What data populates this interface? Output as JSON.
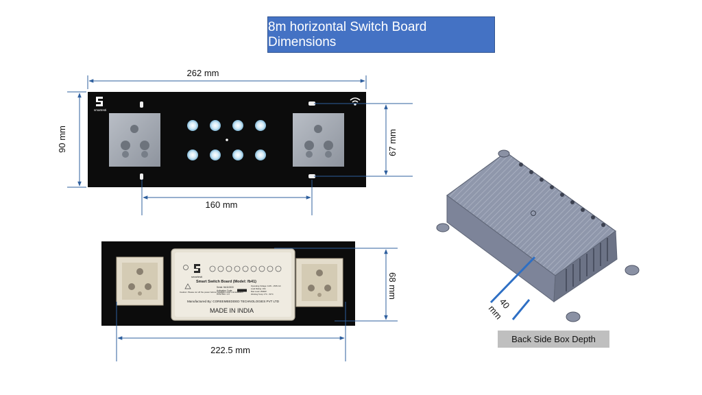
{
  "title": "8m horizontal Switch Board Dimensions",
  "front_view": {
    "brand": "smartesti",
    "width_label": "262 mm",
    "height_label": "90 mm",
    "inner_height_label": "67 mm",
    "socket_spacing_label": "160 mm",
    "touch_buttons": 8
  },
  "back_view": {
    "brand": "smartesti",
    "height_label": "68 mm",
    "width_label": "222.5 mm",
    "model_line": "Smart Switch Board (Model: fb41)",
    "caution_text": "Caution: Please cut off the power before installation and uninstallation",
    "serial_label": "Serial: fb4110000",
    "activation_label": "Activation Code:",
    "hw_label": "H/W Rev: 1.0",
    "specs": [
      "Operating Voltage: 110V - 250V AC",
      "Load Rating: 16A",
      "Max Load: 2500W",
      "Working Temp: 0°C - 50°C"
    ],
    "manufacturer": "Manufactured By: COREEMBEDDED TECHNOLOGIES PVT LTD",
    "made_in": "MADE IN INDIA"
  },
  "box_view": {
    "depth_value": "40",
    "depth_unit": "mm",
    "caption": "Back Side Box Depth"
  },
  "colors": {
    "title_bg": "#4472c4",
    "dimension_line": "#2e5f9e",
    "board": "#0c0c0c",
    "caption_bg": "#bfbfbf"
  }
}
